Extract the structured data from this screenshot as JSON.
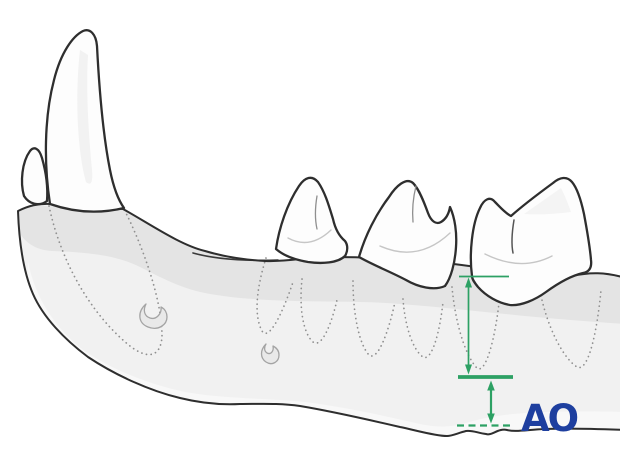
{
  "figure": {
    "description": "Lateral illustration of a canine (dog) mandible showing the lower canine, premolar and molar teeth, dotted outlines of the tooth roots inside the bone, two mental foramina, and green height measurements between the alveolar margin, the root apex level and the ventral mandibular border",
    "logo": {
      "text": "AO",
      "color": "#1e3f9f"
    },
    "palette": {
      "background": "#ffffff",
      "outline": "#2e2e2e",
      "bone_fill": "#f1f1f1",
      "bone_shadow_band": "#e4e4e4",
      "bone_highlight_band": "#f8f8f8",
      "tooth_fill": "#fdfdfd",
      "root_dotted": "#8f8f8f",
      "measurement_green": "#2da164"
    },
    "measurements": {
      "color": "#2da164",
      "upper_arrow": "alveolar margin to root apex level",
      "lower_arrow": "root apex level to ventral mandibular border",
      "reference_lines": [
        "thin solid line at alveolar margin",
        "thick solid line at root apex level",
        "dashed line at ventral border"
      ]
    }
  }
}
